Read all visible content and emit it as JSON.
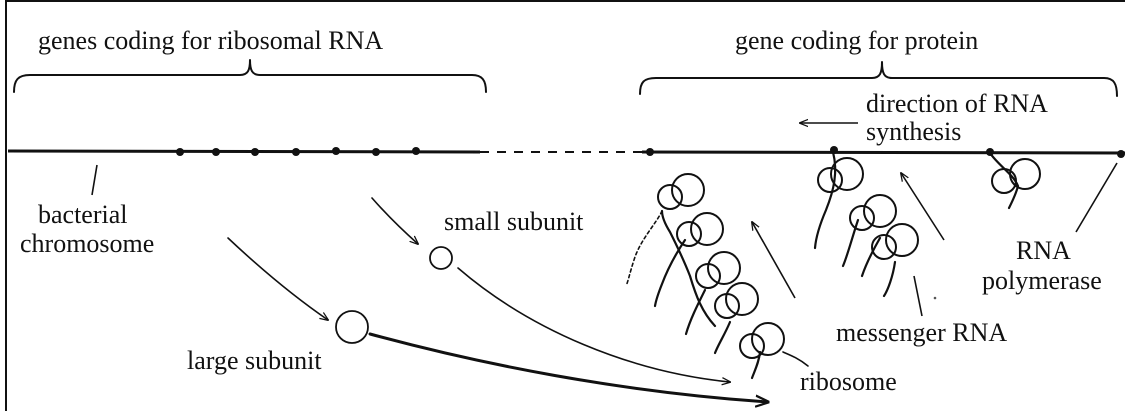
{
  "labels": {
    "rrna_genes": "genes coding for ribosomal RNA",
    "protein_gene": "gene coding for protein",
    "direction_line1": "direction of RNA",
    "direction_line2": "synthesis",
    "chromosome_line1": "bacterial",
    "chromosome_line2": "chromosome",
    "small_subunit": "small subunit",
    "large_subunit": "large subunit",
    "rna_polymerase_line1": "RNA",
    "rna_polymerase_line2": "polymerase",
    "messenger_rna": "messenger RNA",
    "ribosome": "ribosome"
  },
  "colors": {
    "ink": "#111111",
    "background": "#ffffff"
  }
}
